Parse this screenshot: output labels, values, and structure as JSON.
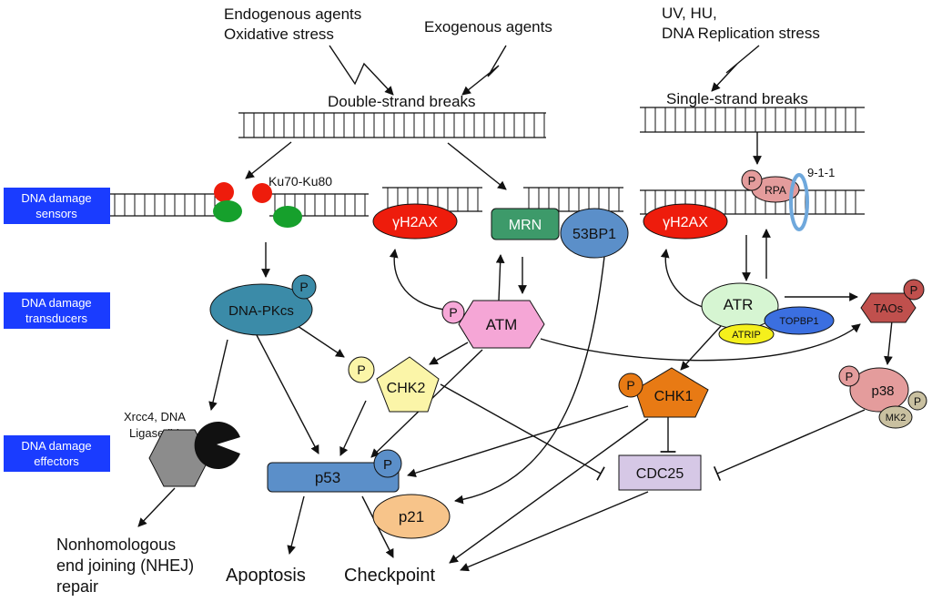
{
  "sources": {
    "endogenous_line1": "Endogenous agents",
    "endogenous_line2": "Oxidative stress",
    "exogenous": "Exogenous agents",
    "uv_line1": "UV, HU,",
    "uv_line2": "DNA Replication stress"
  },
  "breaks": {
    "double_strand": "Double-strand breaks",
    "single_strand": "Single-strand breaks"
  },
  "side_labels": {
    "sensors_line1": "DNA damage",
    "sensors_line2": "sensors",
    "transducers_line1": "DNA damage",
    "transducers_line2": "transducers",
    "effectors_line1": "DNA damage",
    "effectors_line2": "effectors"
  },
  "proteins": {
    "ku": "Ku70-Ku80",
    "gh2ax_left": "γH2AX",
    "mrn": "MRN",
    "bp53": "53BP1",
    "gh2ax_right": "γH2AX",
    "rpa": "RPA",
    "nine11": "9-1-1",
    "dnapkcs": "DNA-PKcs",
    "atm": "ATM",
    "atr": "ATR",
    "atrip": "ATRIP",
    "topbp1": "TOPBP1",
    "taos": "TAOs",
    "chk2": "CHK2",
    "chk1": "CHK1",
    "p38": "p38",
    "mk2": "MK2",
    "xrcc4_line1": "Xrcc4, DNA",
    "xrcc4_line2": "Ligase IV",
    "p53": "p53",
    "p21": "p21",
    "cdc25": "CDC25",
    "phospho": "P"
  },
  "outcomes": {
    "nhej_line1": "Nonhomologous",
    "nhej_line2": "end joining (NHEJ)",
    "nhej_line3": "repair",
    "apoptosis": "Apoptosis",
    "checkpoint": "Checkpoint"
  },
  "colors": {
    "side_box": "#1a3cff",
    "gh2ax": "#ee1c0c",
    "mrn": "#3d9a6a",
    "bp53": "#5b8fc9",
    "dnapkcs": "#3b8ba8",
    "atm": "#f5a6d6",
    "atr": "#d6f5d2",
    "atrip": "#f5f01c",
    "topbp1": "#3b6fe0",
    "taos": "#c0504d",
    "chk2": "#fbf5a8",
    "chk1": "#e87a14",
    "p38": "#e49c9c",
    "mk2": "#c9c0a0",
    "p53": "#5b8fc9",
    "p21": "#f7c48a",
    "cdc25": "#d6c8e6",
    "ku_red": "#ee1c0c",
    "ku_green": "#16a02c",
    "phospho_pink": "#f7a8d8",
    "phospho_yellow": "#fbf5a8",
    "phospho_orange": "#e87a14",
    "phospho_rpa": "#e49c9c"
  }
}
